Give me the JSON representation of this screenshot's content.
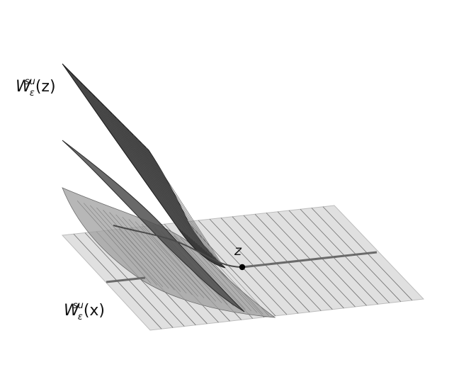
{
  "labels": {
    "upper": {
      "main": "W",
      "sub": "ε",
      "sup": "su",
      "arg": "(z)"
    },
    "lower": {
      "main": "W",
      "sub": "ε",
      "sup": "su",
      "arg": "(x)"
    },
    "point": "z"
  },
  "colors": {
    "background": "#ffffff",
    "plane_fill": "#e0e0e0",
    "plane_rule": "#555555",
    "dark_sheet": "#3a3a3a",
    "middle_sheet": "#5c5c5c",
    "light_sheet": "#a9a9a9",
    "curve": "#6a6a6a",
    "point": "#000000",
    "text": "#111111"
  }
}
